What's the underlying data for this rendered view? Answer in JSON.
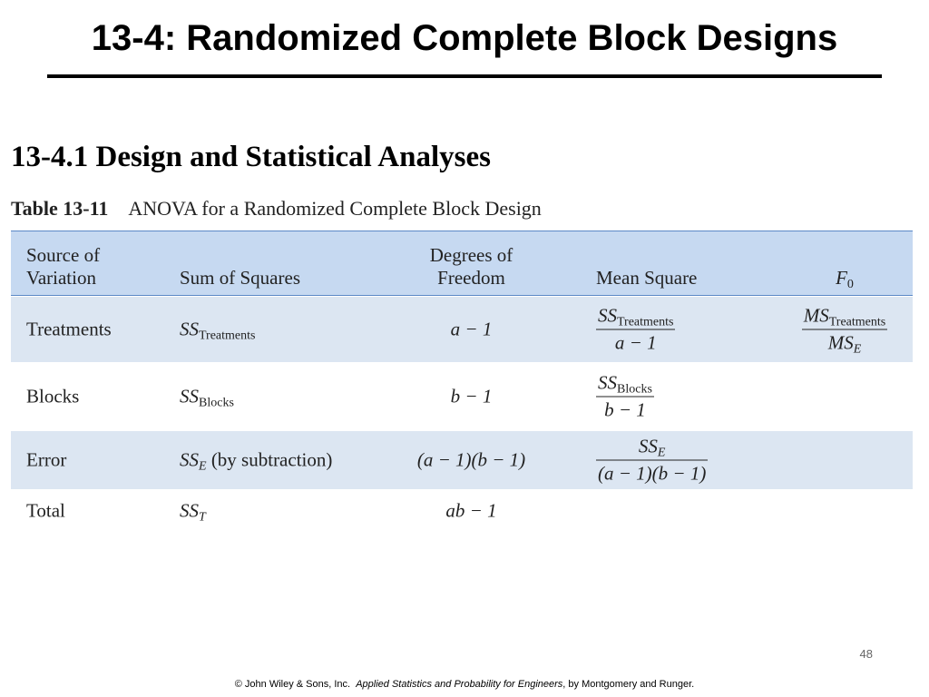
{
  "slide": {
    "title": "13-4: Randomized Complete Block Designs",
    "section_heading": "13-4.1 Design and Statistical Analyses",
    "table_caption_number": "Table 13-11",
    "table_caption_text": "ANOVA for a Randomized Complete Block Design",
    "page_number": "48",
    "footer_prefix": "© John Wiley & Sons, Inc.",
    "footer_book": "Applied Statistics and Probability for Engineers",
    "footer_suffix": ", by Montgomery and Runger."
  },
  "table": {
    "headers": {
      "source_line1": "Source of",
      "source_line2": "Variation",
      "ss": "Sum of Squares",
      "df_line1": "Degrees of",
      "df_line2": "Freedom",
      "ms": "Mean Square",
      "f_main": "F",
      "f_sub": "0"
    },
    "rows": [
      {
        "source": "Treatments",
        "ss_main": "SS",
        "ss_sub": "Treatments",
        "df": "a − 1",
        "ms_num_main": "SS",
        "ms_num_sub": "Treatments",
        "ms_den": "a − 1",
        "f_num_main": "MS",
        "f_num_sub": "Treatments",
        "f_den_main": "MS",
        "f_den_sub": "E"
      },
      {
        "source": "Blocks",
        "ss_main": "SS",
        "ss_sub": "Blocks",
        "df": "b − 1",
        "ms_num_main": "SS",
        "ms_num_sub": "Blocks",
        "ms_den": "b − 1"
      },
      {
        "source": "Error",
        "ss_main": "SS",
        "ss_sub": "E",
        "ss_note": " (by subtraction)",
        "df": "(a − 1)(b − 1)",
        "ms_num_main": "SS",
        "ms_num_sub": "E",
        "ms_den": "(a − 1)(b − 1)"
      },
      {
        "source": "Total",
        "ss_main": "SS",
        "ss_sub": "T",
        "df": "ab − 1"
      }
    ]
  }
}
